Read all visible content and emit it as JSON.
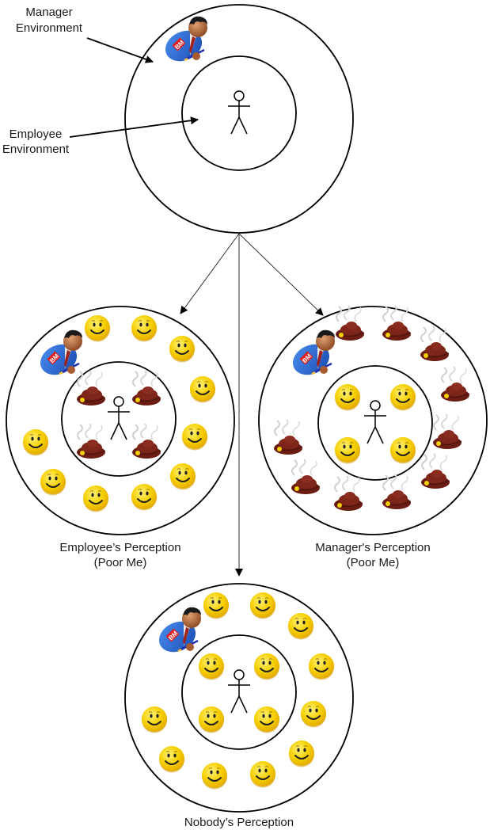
{
  "labels": {
    "manager_environment": [
      "Manager",
      "Environment"
    ],
    "employee_environment": [
      "Employee",
      "Environment"
    ]
  },
  "badge_text": "BM",
  "colors": {
    "line": "#000000",
    "smiley": "#f6cf00",
    "smiley_dark": "#e0a800",
    "poop": "#7a2318",
    "poop_highlight": "#f5d000",
    "suit": "#1f5fc8",
    "skin": "#b8663a",
    "hair": "#1a1a1a",
    "badge": "#e02020"
  },
  "diagrams": [
    {
      "id": "environment",
      "caption": [],
      "outer_ring": [],
      "inner_ring": []
    },
    {
      "id": "employee-perception",
      "caption": [
        "Employee’s Perception",
        "(Poor Me)"
      ],
      "outer_ring": [
        "smiley",
        "smiley",
        "smiley",
        "smiley",
        "smiley",
        "smiley",
        "smiley",
        "smiley",
        "smiley",
        "smiley"
      ],
      "inner_ring": [
        "poop",
        "poop",
        "poop",
        "poop"
      ]
    },
    {
      "id": "manager-perception",
      "caption": [
        "Manager's Perception",
        "(Poor Me)"
      ],
      "outer_ring": [
        "poop",
        "poop",
        "poop",
        "poop",
        "poop",
        "poop",
        "poop",
        "poop",
        "poop",
        "poop"
      ],
      "inner_ring": [
        "smiley",
        "smiley",
        "smiley",
        "smiley"
      ]
    },
    {
      "id": "nobody-perception",
      "caption": [
        "Nobody’s Perception"
      ],
      "outer_ring": [
        "smiley",
        "smiley",
        "smiley",
        "smiley",
        "smiley",
        "smiley",
        "smiley",
        "smiley",
        "smiley",
        "smiley"
      ],
      "inner_ring": [
        "smiley",
        "smiley",
        "smiley",
        "smiley"
      ]
    }
  ]
}
